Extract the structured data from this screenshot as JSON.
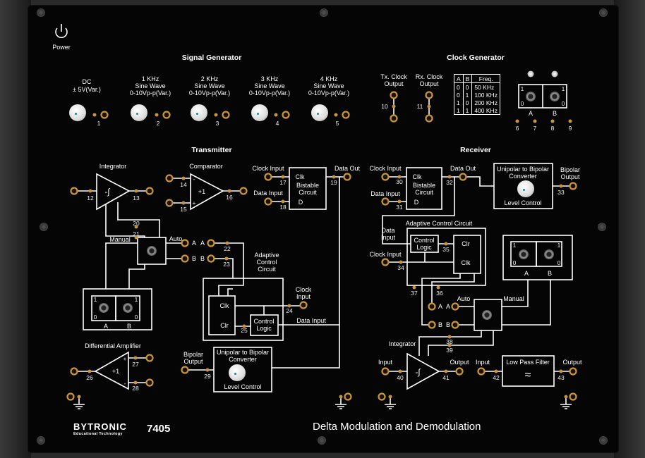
{
  "power": {
    "label": "Power",
    "icon": "power-icon"
  },
  "signal_generator": {
    "title": "Signal Generator",
    "channels": [
      {
        "line1": "DC",
        "line2": "± 5V(Var.)",
        "line3": "",
        "terminal": "1"
      },
      {
        "line1": "1 KHz",
        "line2": "Sine Wave",
        "line3": "0-10Vp-p(Var.)",
        "terminal": "2"
      },
      {
        "line1": "2 KHz",
        "line2": "Sine Wave",
        "line3": "0-10Vp-p(Var.)",
        "terminal": "3"
      },
      {
        "line1": "3 KHz",
        "line2": "Sine Wave",
        "line3": "0-10Vp-p(Var.)",
        "terminal": "4"
      },
      {
        "line1": "4 KHz",
        "line2": "Sine Wave",
        "line3": "0-10Vp-p(Var.)",
        "terminal": "5"
      }
    ]
  },
  "clock_generator": {
    "title": "Clock Generator",
    "tx": {
      "line1": "Tx. Clock",
      "line2": "Output",
      "terminal": "10"
    },
    "rx": {
      "line1": "Rx. Clock",
      "line2": "Output",
      "terminal": "11"
    },
    "table": {
      "headers": [
        "A",
        "B",
        "Freq."
      ],
      "rows": [
        [
          "0",
          "0",
          "50  KHz"
        ],
        [
          "0",
          "1",
          "100 KHz"
        ],
        [
          "1",
          "0",
          "200 KHz"
        ],
        [
          "1",
          "1",
          "400 KHz"
        ]
      ]
    },
    "switch": {
      "a": "A",
      "b": "B",
      "one": "1",
      "zero": "0"
    },
    "terminals": [
      "6",
      "7",
      "8",
      "9"
    ]
  },
  "transmitter": {
    "title": "Transmitter",
    "integrator": {
      "label": "Integrator",
      "symbol": "-∫",
      "in": "12",
      "out": "13",
      "ctrl1": "20",
      "ctrl2": "21"
    },
    "comparator": {
      "label": "Comparator",
      "symbol": "+1",
      "minus": "-",
      "plus": "+",
      "in1": "14",
      "in2": "15",
      "out": "16"
    },
    "bistable": {
      "clock_input": "Clock Input",
      "data_input": "Data Input",
      "clk": "Clk",
      "name1": "Bistable",
      "name2": "Circuit",
      "d": "D",
      "t_clk": "17",
      "t_data": "18",
      "data_out": "Data Out",
      "t_out": "19"
    },
    "mode_switch": {
      "manual": "Manual",
      "auto": "Auto",
      "a": "A",
      "b": "B",
      "t_a": "22",
      "t_b": "23"
    },
    "adaptive": {
      "line1": "Adaptive",
      "line2": "Control",
      "line3": "Circuit",
      "clk": "Clk",
      "clr": "Clr",
      "logic1": "Control",
      "logic2": "Logic",
      "t_clr": "25",
      "clock_input1": "Clock",
      "clock_input2": "Input",
      "t_clk": "24",
      "data_input": "Data Input"
    },
    "ab_switch": {
      "a": "A",
      "b": "B",
      "one": "1",
      "zero": "0"
    },
    "diff_amp": {
      "label": "Differential Amplifier",
      "symbol": "+1",
      "plus": "+",
      "minus": "-",
      "in": "26",
      "p": "27",
      "m": "28"
    },
    "converter": {
      "line1": "Unipolar to Bipolar",
      "line2": "Converter",
      "level": "Level Control",
      "out1": "Bipolar",
      "out2": "Output",
      "t_out": "29"
    }
  },
  "receiver": {
    "title": "Receiver",
    "bistable": {
      "clock_input": "Clock Input",
      "data_input": "Data Input",
      "clk": "Clk",
      "name1": "Bistable",
      "name2": "Circuit",
      "d": "D",
      "t_clk": "30",
      "t_data": "31",
      "data_out": "Data Out",
      "t_out": "32"
    },
    "converter": {
      "line1": "Unipolar to Bipolar",
      "line2": "Converter",
      "level": "Level Control",
      "out1": "Bipolar",
      "out2": "Output",
      "t_out": "33"
    },
    "adaptive": {
      "title": "Adaptive Control Circuit",
      "data1": "Data",
      "data2": "Input",
      "clock_input": "Clock Input",
      "logic1": "Control",
      "logic2": "Logic",
      "clr": "Clr",
      "clk": "Clk",
      "t_clr": "35",
      "t_clk": "34",
      "t_37": "37",
      "t_36": "36"
    },
    "mode_switch": {
      "auto": "Auto",
      "manual": "Manual",
      "a": "A",
      "b": "B"
    },
    "ab_switch": {
      "a": "A",
      "b": "B",
      "one": "1",
      "zero": "0"
    },
    "integrator": {
      "label": "Integrator",
      "symbol": "-∫",
      "input": "Input",
      "output": "Output",
      "in": "40",
      "out": "41",
      "c1": "38",
      "c2": "39"
    },
    "lpf": {
      "label": "Low Pass Filter",
      "symbol": "≈",
      "input": "Input",
      "output": "Output",
      "in": "42",
      "out": "43"
    }
  },
  "footer": {
    "brand": "BYTRONIC",
    "brand_sub": "Educational Technology",
    "model": "7405",
    "title": "Delta Modulation and Demodulation"
  }
}
